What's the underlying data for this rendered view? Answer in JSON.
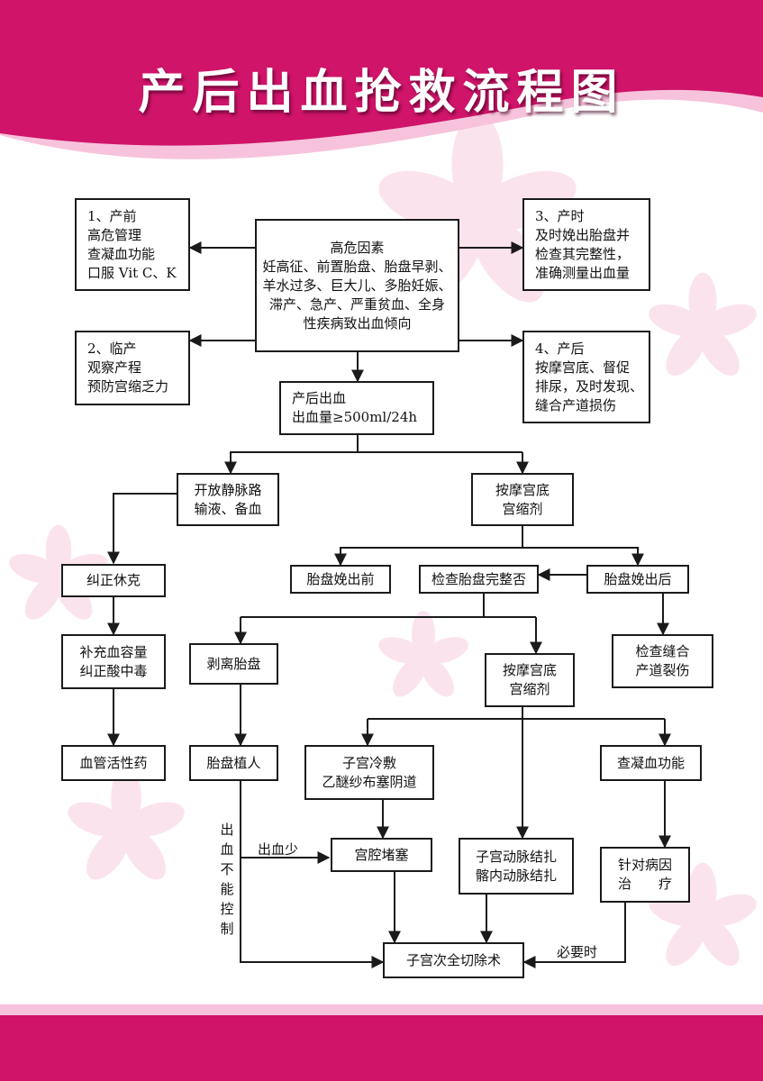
{
  "title": "产后出血抢救流程图",
  "colors": {
    "banner": "#d0146a",
    "banner_light": "#f7c3dc",
    "flower": "#fbe3ee",
    "line": "#1a1a1a"
  },
  "nodes": {
    "antenatal": {
      "lines": [
        "1、产前",
        "高危管理",
        "查凝血功能",
        "口服 Vit C、K"
      ]
    },
    "risk": {
      "lines": [
        "高危因素",
        "妊高征、前置胎盘、胎盘早剥、",
        "羊水过多、巨大儿、多胎妊娠、",
        "滞产、急产、严重贫血、全身",
        "性疾病致出血倾向"
      ]
    },
    "intrapartum": {
      "lines": [
        "3、产时",
        "及时娩出胎盘并",
        "检查其完整性，",
        "准确测量出血量"
      ]
    },
    "labor": {
      "lines": [
        "2、临产",
        "观察产程",
        "预防宫缩乏力"
      ]
    },
    "postpartum": {
      "lines": [
        "4、产后",
        "按摩宫底、督促",
        "排尿，及时发现、",
        "缝合产道损伤"
      ]
    },
    "pph": {
      "lines": [
        "产后出血",
        "出血量≥500ml/24h"
      ]
    },
    "iv": {
      "lines": [
        "开放静脉路",
        "输液、备血"
      ]
    },
    "massage1": {
      "lines": [
        "按摩宫底",
        "宫缩剂"
      ]
    },
    "shock": {
      "lines": [
        "纠正休克"
      ]
    },
    "before_placenta": {
      "lines": [
        "胎盘娩出前"
      ]
    },
    "check_placenta": {
      "lines": [
        "检查胎盘完整否"
      ]
    },
    "after_placenta": {
      "lines": [
        "胎盘娩出后"
      ]
    },
    "volume": {
      "lines": [
        "补充血容量",
        "纠正酸中毒"
      ]
    },
    "peel": {
      "lines": [
        "剥离胎盘"
      ]
    },
    "massage2": {
      "lines": [
        "按摩宫底",
        "宫缩剂"
      ]
    },
    "check_suture": {
      "lines": [
        "检查缝合",
        "产道裂伤"
      ]
    },
    "vaso": {
      "lines": [
        "血管活性药"
      ]
    },
    "accreta": {
      "lines": [
        "胎盘植人"
      ]
    },
    "cold": {
      "lines": [
        "子宫冷敷",
        "乙醚纱布塞阴道"
      ]
    },
    "coag": {
      "lines": [
        "查凝血功能"
      ]
    },
    "packing": {
      "lines": [
        "宫腔堵塞"
      ]
    },
    "ligation": {
      "lines": [
        "子宫动脉结扎",
        "髂内动脉结扎"
      ]
    },
    "cause": {
      "lines": [
        "针对病因",
        "治　　疗"
      ]
    },
    "hysterectomy": {
      "lines": [
        "子宫次全切除术"
      ]
    }
  },
  "edge_labels": {
    "little_bleeding": "出血少",
    "uncontrolled_bleeding": [
      "出",
      "血",
      "不",
      "能",
      "控",
      "制"
    ],
    "when_necessary": "必要时"
  }
}
